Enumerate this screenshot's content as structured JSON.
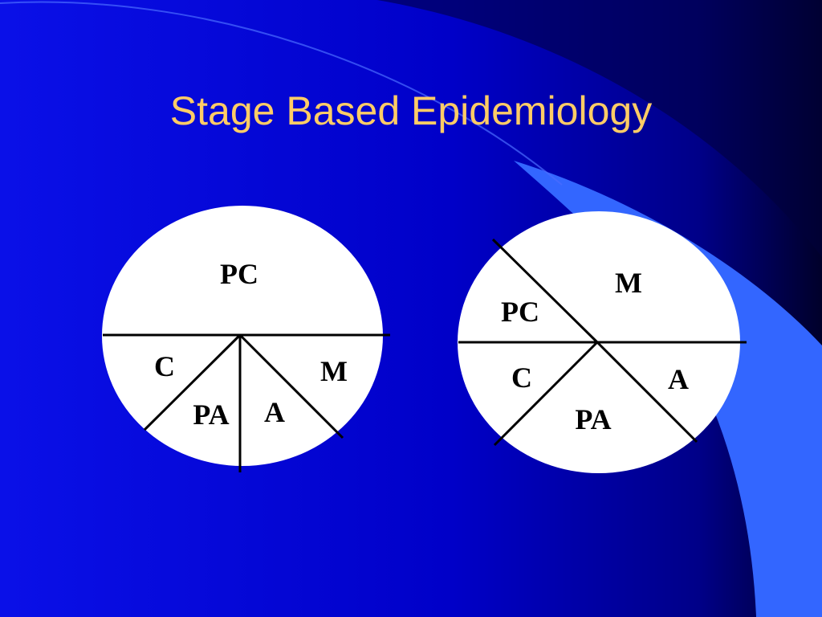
{
  "slide": {
    "title": "Stage Based Epidemiology",
    "colors": {
      "background": "#0000cc",
      "background_dark": "#000033",
      "accent_swoosh": "#3366ff",
      "title": "#ffcc66",
      "circle_fill": "#ffffff",
      "lines": "#000000"
    }
  },
  "diagram_left": {
    "labels": {
      "pc": "PC",
      "c": "C",
      "pa": "PA",
      "a": "A",
      "m": "M"
    }
  },
  "diagram_right": {
    "labels": {
      "m": "M",
      "pc": "PC",
      "c": "C",
      "a": "A",
      "pa": "PA"
    }
  }
}
